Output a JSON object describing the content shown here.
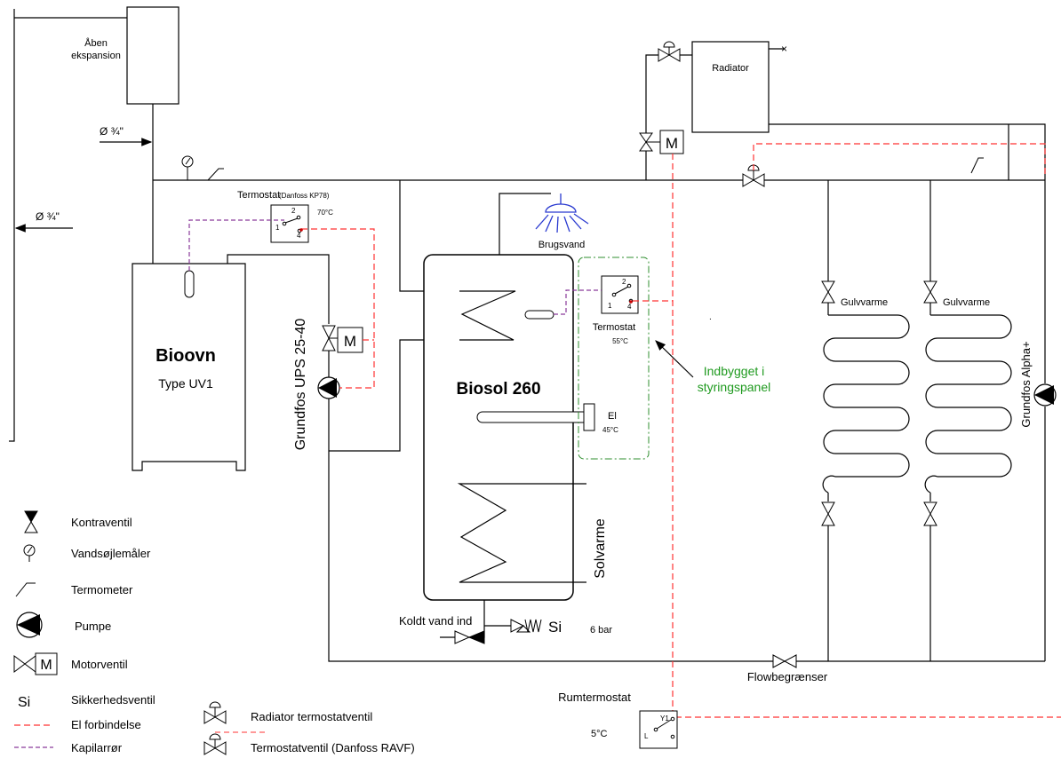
{
  "labels": {
    "expansion_line1": "Åben",
    "expansion_line2": "ekspansion",
    "pipe_size_inlet": "Ø ¾\"",
    "pipe_size_outlet": "Ø ¾\"",
    "radiator": "Radiator",
    "thermostat_top": "Termostat",
    "thermostat_top_model": "(Danfoss KP78)",
    "thermostat_top_temp": "70°C",
    "stove_name": "Bioovn",
    "stove_type": "Type UV1",
    "pump_left": "Grundfos UPS 25-40",
    "tank_name": "Biosol 260",
    "hot_water": "Brugsvand",
    "thermostat_tank": "Termostat",
    "thermostat_tank_temp": "55°C",
    "builtin_panel_line1": "Indbygget i",
    "builtin_panel_line2": "styringspanel",
    "heater": "El",
    "heater_temp": "45°C",
    "solar": "Solvarme",
    "cold_in": "Koldt vand ind",
    "safety_valve": "Si",
    "pressure": "6 bar",
    "floor_heating_1": "Gulvvarme",
    "floor_heating_2": "Gulvvarme",
    "pump_right": "Grundfos Alpha+",
    "flow_limiter": "Flowbegrænser",
    "room_thermostat": "Rumtermostat",
    "room_thermostat_temp": "5°C",
    "switch_contact_1": "1",
    "switch_contact_2": "2",
    "switch_contact_4": "4",
    "room_contact_y1": "Y1",
    "room_contact_l": "L",
    "motor_letter": "M"
  },
  "legend": [
    {
      "symbol": "check-valve",
      "label": "Kontraventil"
    },
    {
      "symbol": "water-gauge",
      "label": "Vandsøjlemåler"
    },
    {
      "symbol": "thermometer",
      "label": "Termometer"
    },
    {
      "symbol": "pump",
      "label": "Pumpe"
    },
    {
      "symbol": "motor-valve",
      "label": "Motorventil"
    },
    {
      "symbol": "Si",
      "label": "Sikkerhedsventil"
    },
    {
      "symbol": "electric-line",
      "label": "El forbindelse"
    },
    {
      "symbol": "capillary-line",
      "label": "Kapilarrør"
    },
    {
      "symbol": "radiator-thermostat-valve",
      "label": "Radiator termostatventil"
    },
    {
      "symbol": "thermostat-valve",
      "label": "Termostatventil (Danfoss RAVF)"
    }
  ],
  "colors": {
    "pipe": "#000000",
    "electric": "#ff3333",
    "capillary": "#8a3a9a",
    "panel_border": "#2f8f2f",
    "panel_text": "#1f9a1f",
    "shower": "#2a3ad0"
  }
}
